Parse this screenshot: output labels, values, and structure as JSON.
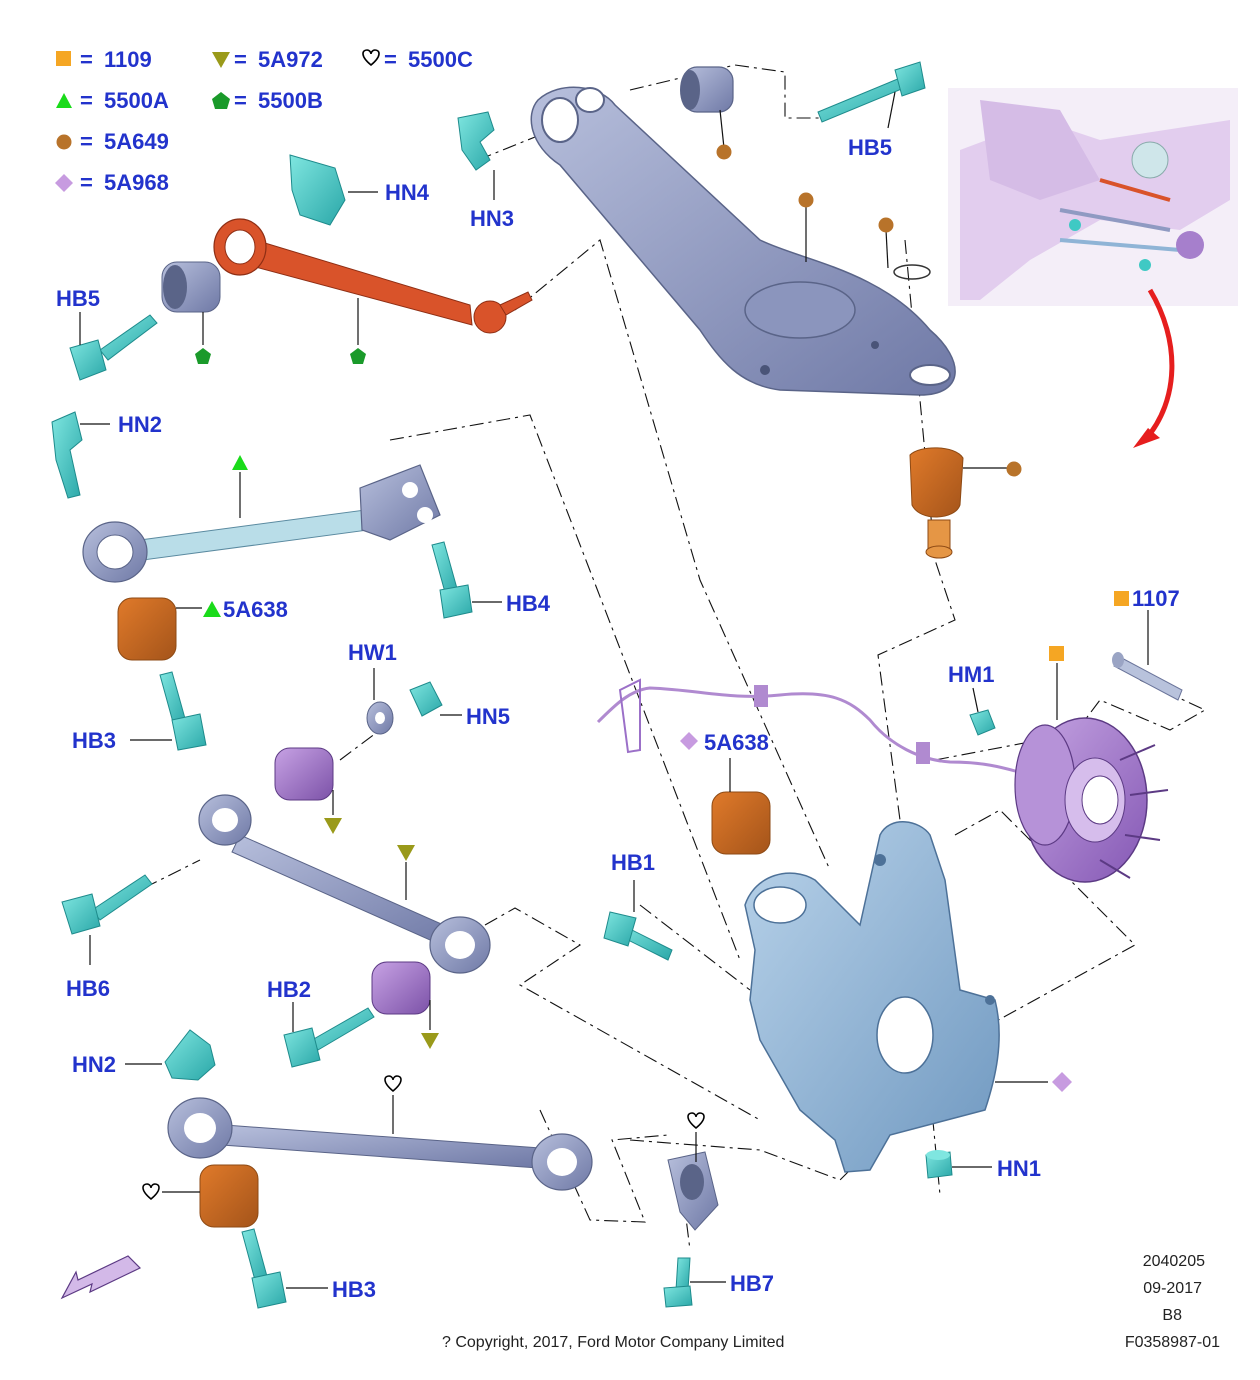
{
  "legend": [
    {
      "symbol": "square",
      "color": "#f5a623",
      "code": "1109"
    },
    {
      "symbol": "triangle-down",
      "color": "#9a9a1a",
      "code": "5A972"
    },
    {
      "symbol": "heart",
      "color": "#000000",
      "code": "5500C"
    },
    {
      "symbol": "triangle-up",
      "color": "#1adb1a",
      "code": "5500A"
    },
    {
      "symbol": "pentagon",
      "color": "#1a9a2a",
      "code": "5500B"
    },
    {
      "symbol": "circle",
      "color": "#b8732a",
      "code": "5A649"
    },
    {
      "symbol": "diamond",
      "color": "#c79be0",
      "code": "5A968"
    }
  ],
  "callouts": {
    "hb5_top": "HB5",
    "hn4": "HN4",
    "hn3": "HN3",
    "hb5_left": "HB5",
    "hn2_top": "HN2",
    "hb4": "HB4",
    "a638_green": "5A638",
    "hb3_top": "HB3",
    "hw1": "HW1",
    "hn5": "HN5",
    "a638_purple": "5A638",
    "hb1": "HB1",
    "hm1": "HM1",
    "p1107": "1107",
    "hb6": "HB6",
    "hb2": "HB2",
    "hn2_bottom": "HN2",
    "hn1": "HN1",
    "hb3_bottom": "HB3",
    "hb7": "HB7"
  },
  "footer": {
    "line1": "2040205",
    "line2": "09-2017",
    "line3": "B8",
    "line4": "F0358987-01",
    "copyright": "? Copyright, 2017, Ford Motor Company Limited"
  },
  "colors": {
    "label": "#2233cc",
    "bolt": "#3fc9c4",
    "arm": "#8f9ac2",
    "orange_arm": "#d9532a",
    "bushing_orange": "#c8701e",
    "bushing_purple": "#9b70c8",
    "knuckle": "#8fb4d6",
    "hub": "#a67fcc"
  },
  "icons": {
    "direction_arrow": "red-curved-arrow-icon",
    "orientation_arrow": "purple-arrow-icon"
  }
}
